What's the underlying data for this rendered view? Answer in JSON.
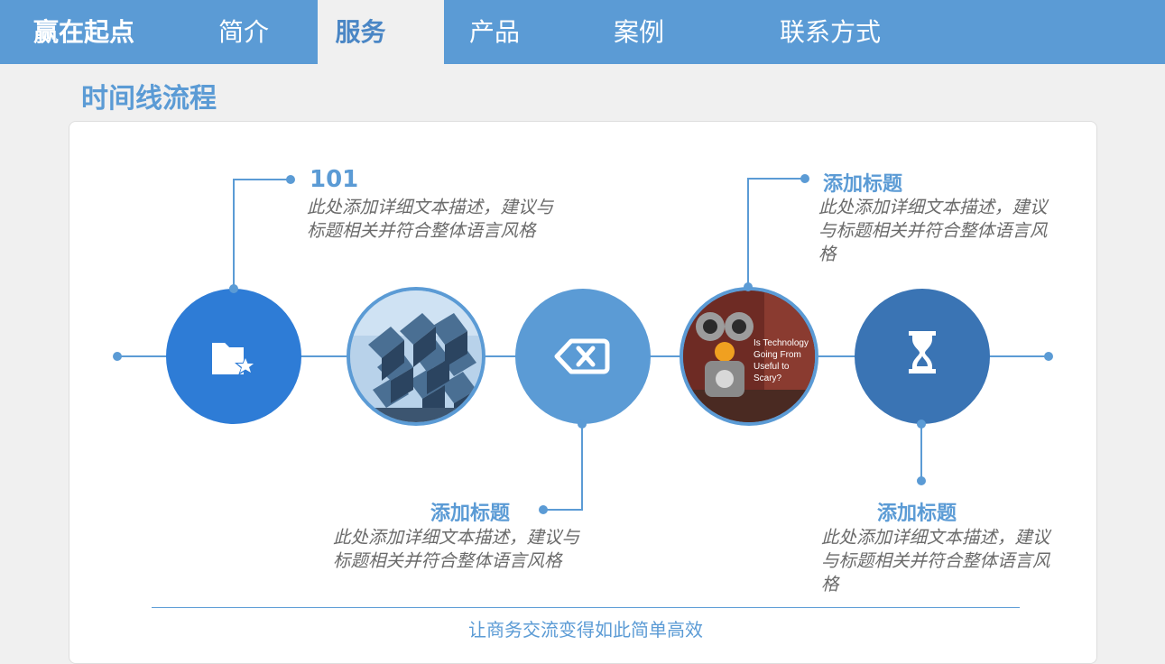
{
  "nav": {
    "items": [
      {
        "label": "赢在起点"
      },
      {
        "label": "简介"
      },
      {
        "label": "服务"
      },
      {
        "label": "产品"
      },
      {
        "label": "案例"
      },
      {
        "label": "联系方式"
      }
    ],
    "active_index": 2
  },
  "page_title": "时间线流程",
  "colors": {
    "nav_bg": "#5b9bd5",
    "accent": "#5b9bd5",
    "circle_1": "#2e7cd6",
    "circle_3": "#5b9bd5",
    "circle_5": "#3a74b4",
    "line": "#5b9bd5",
    "text_gray": "#6b6b6b",
    "page_bg": "#f0f0f0"
  },
  "timeline": {
    "items": [
      {
        "title": "101",
        "description": "此处添加详细文本描述，建议与标题相关并符合整体语言风格",
        "icon": "folder-star-icon"
      },
      {
        "image": "glass-building-photo"
      },
      {
        "title": "添加标题",
        "description": "此处添加详细文本描述，建议与标题相关并符合整体语言风格",
        "icon": "backspace-icon"
      },
      {
        "title": "添加标题",
        "description": "此处添加详细文本描述，建议与标题相关并符合整体语言风格",
        "image": "robot-owl-photo",
        "image_text": [
          "Is Technology",
          "Going From",
          "Useful to Scary?"
        ]
      },
      {
        "title": "添加标题",
        "description": "此处添加详细文本描述，建议与标题相关并符合整体语言风格",
        "icon": "hourglass-icon"
      }
    ]
  },
  "footer": {
    "tagline": "让商务交流变得如此简单高效"
  }
}
